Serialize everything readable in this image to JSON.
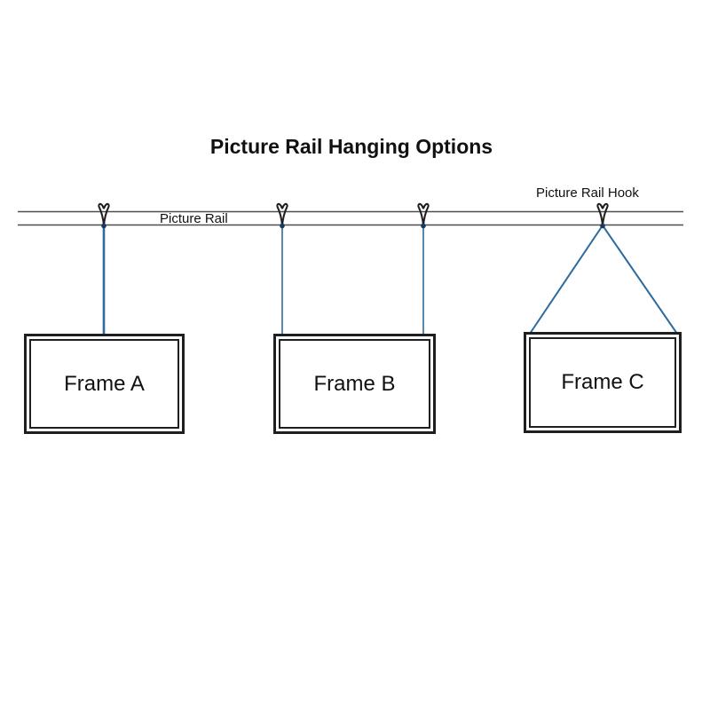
{
  "title": "Picture Rail Hanging Options",
  "labels": {
    "rail": "Picture Rail",
    "hook": "Picture Rail Hook"
  },
  "frames": [
    {
      "label": "Frame A",
      "hanging_style": "single vertical wire from one hook"
    },
    {
      "label": "Frame B",
      "hanging_style": "two vertical wires from two hooks"
    },
    {
      "label": "Frame C",
      "hanging_style": "two diagonal wires from one hook"
    }
  ],
  "icons": {
    "hook": "picture-rail-hook-icon"
  },
  "colors": {
    "wire": "#2d6a9f",
    "rail_line": "#4f4f4f",
    "frame_border": "#1f1f1f",
    "knot": "#16395e",
    "text": "#111111",
    "background": "#ffffff"
  }
}
